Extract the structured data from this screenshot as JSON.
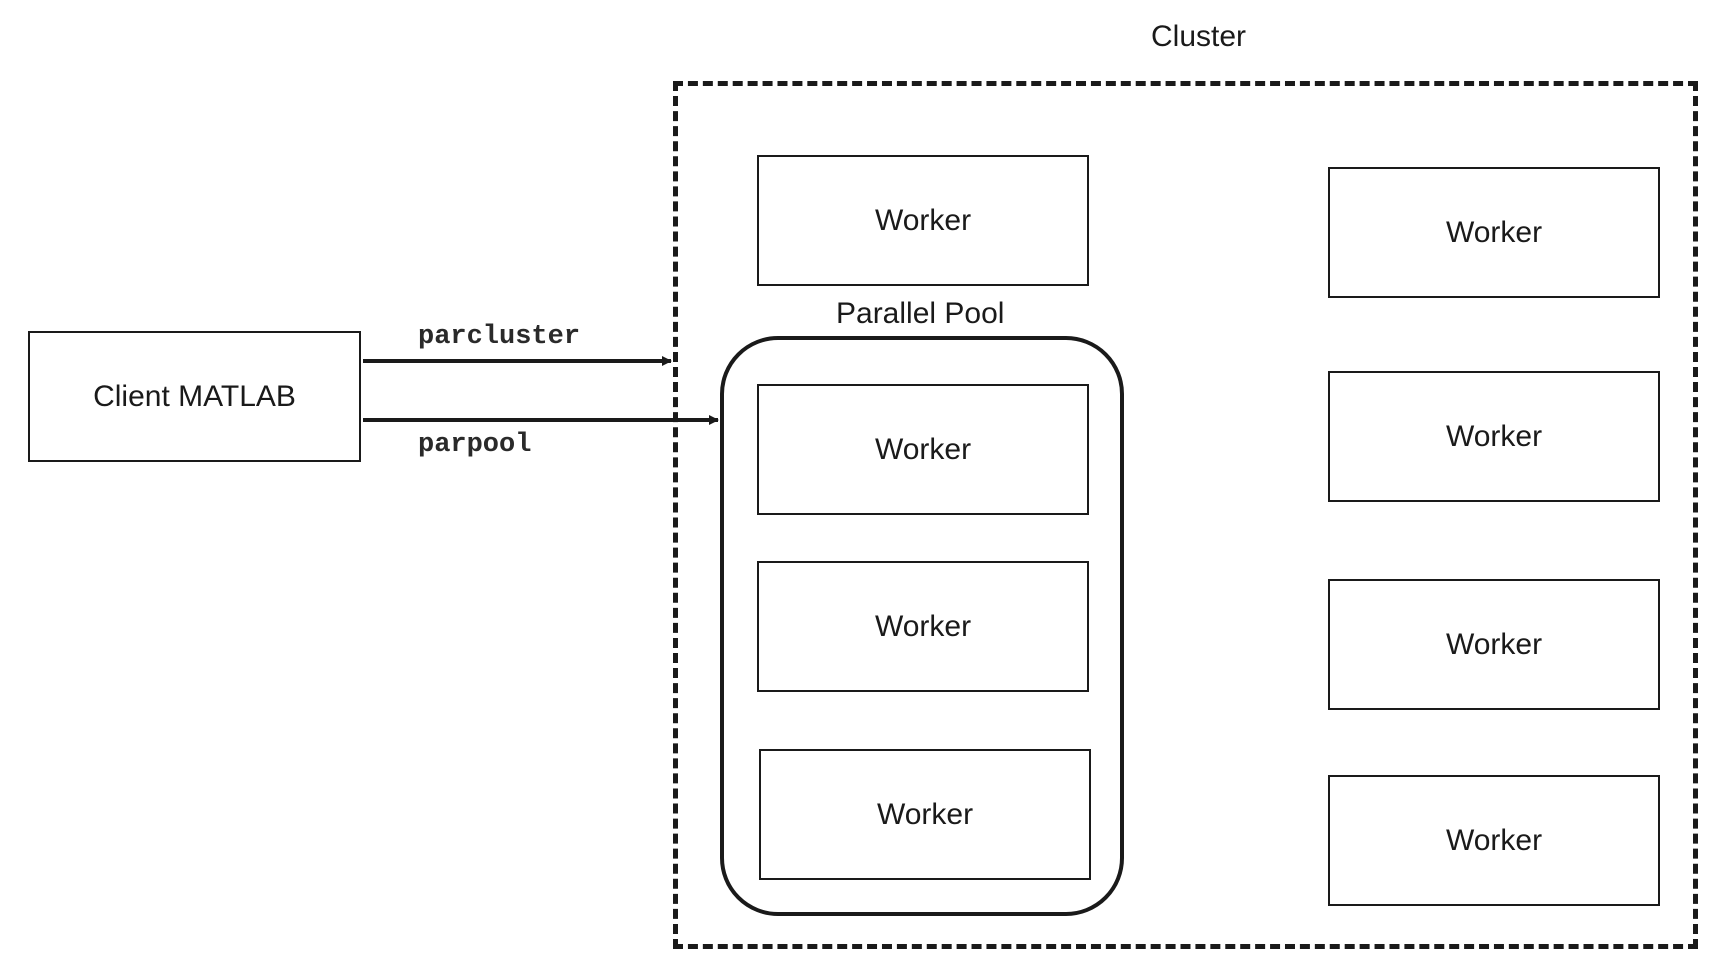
{
  "diagram": {
    "cluster_label": "Cluster",
    "pool_label": "Parallel Pool",
    "client_label": "Client MATLAB",
    "edges": [
      {
        "label": "parcluster",
        "from": "Client MATLAB",
        "to": "Cluster"
      },
      {
        "label": "parpool",
        "from": "Client MATLAB",
        "to": "Parallel Pool"
      }
    ],
    "workers_outside_pool": [
      {
        "label": "Worker"
      },
      {
        "label": "Worker"
      },
      {
        "label": "Worker"
      },
      {
        "label": "Worker"
      },
      {
        "label": "Worker"
      }
    ],
    "workers_in_pool": [
      {
        "label": "Worker"
      },
      {
        "label": "Worker"
      },
      {
        "label": "Worker"
      }
    ]
  },
  "colors": {
    "stroke": "#1a1a1a",
    "background": "#ffffff"
  }
}
